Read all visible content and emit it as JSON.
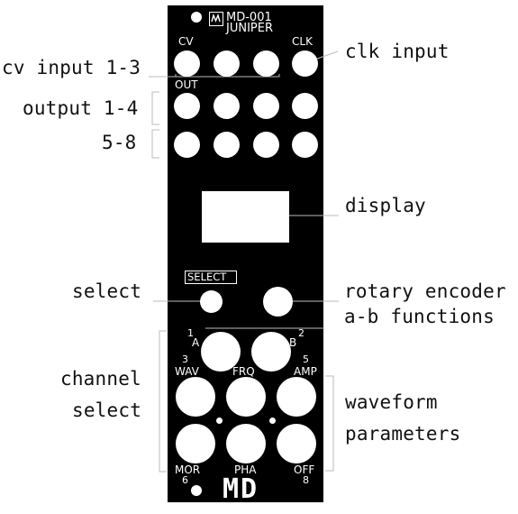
{
  "panel": {
    "model": "MD-001",
    "name": "JUNIPER",
    "logo_text": "MD",
    "labels": {
      "cv": "CV",
      "clk": "CLK",
      "out": "OUT",
      "select": "SELECT",
      "a_num": "1",
      "a": "A",
      "b": "B",
      "b_num": "2",
      "wav_num": "3",
      "wav": "WAV",
      "frq": "FRQ",
      "amp_num": "5",
      "amp": "AMP",
      "mor": "MOR",
      "mor_num": "6",
      "pha": "PHA",
      "off": "OFF",
      "off_num": "8"
    }
  },
  "callouts": {
    "cv_input": "cv input 1-3",
    "clk_input": "clk input",
    "output_1_4": "output 1-4",
    "output_5_8": "5-8",
    "display": "display",
    "select": "select",
    "rotary_encoder": "rotary encoder",
    "ab_functions": "a-b functions",
    "channel": "channel",
    "channel_select": "select",
    "waveform": "waveform",
    "parameters": "parameters"
  },
  "colors": {
    "panel": "#000000",
    "component": "#ffffff",
    "callout_text": "#111111",
    "leader_line": "#bbbbbb"
  }
}
